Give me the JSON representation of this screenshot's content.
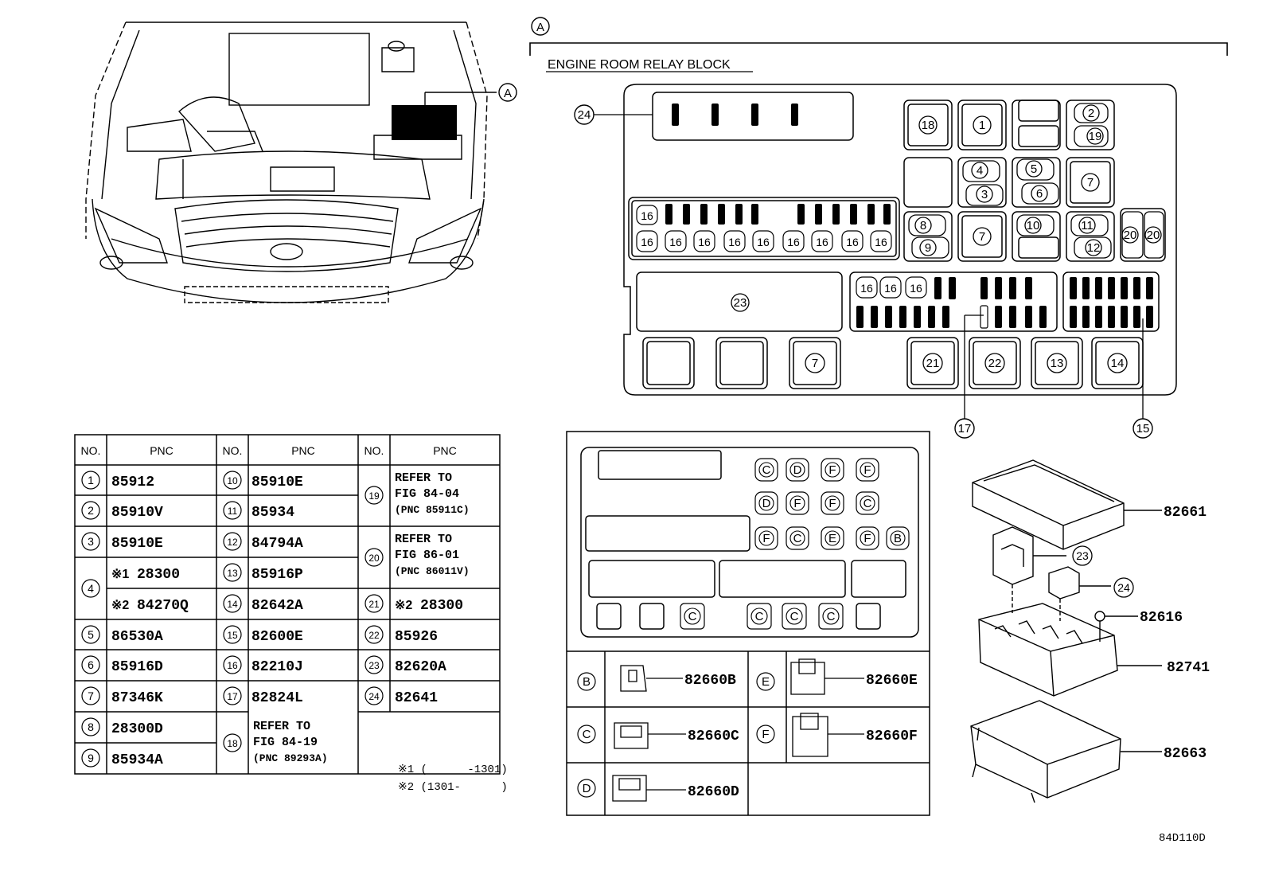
{
  "callout": {
    "A": "A"
  },
  "relay_block": {
    "title": "ENGINE ROOM RELAY BLOCK",
    "callouts": {
      "c24": "24",
      "c17": "17",
      "c15": "15"
    },
    "cells": {
      "c18": "18",
      "c1": "1",
      "c2": "2",
      "c19": "19",
      "c4": "4",
      "c3": "3",
      "c5": "5",
      "c6": "6",
      "c7a": "7",
      "c16": "16",
      "c8": "8",
      "c9": "9",
      "c7b": "7",
      "c10": "10",
      "c11": "11",
      "c12": "12",
      "c20": "20",
      "c23": "23",
      "c7c": "7",
      "c21": "21",
      "c22": "22",
      "c13": "13",
      "c14": "14"
    }
  },
  "parts_table": {
    "headers": {
      "no": "NO.",
      "pnc": "PNC"
    },
    "rows": {
      "r1": {
        "no": "1",
        "pnc": "85912"
      },
      "r2": {
        "no": "2",
        "pnc": "85910V"
      },
      "r3": {
        "no": "3",
        "pnc": "85910E"
      },
      "r4": {
        "no": "4",
        "pnc_a_mark": "※1",
        "pnc_a": "28300",
        "pnc_b_mark": "※2",
        "pnc_b": "84270Q"
      },
      "r5": {
        "no": "5",
        "pnc": "86530A"
      },
      "r6": {
        "no": "6",
        "pnc": "85916D"
      },
      "r7": {
        "no": "7",
        "pnc": "87346K"
      },
      "r8": {
        "no": "8",
        "pnc": "28300D"
      },
      "r9": {
        "no": "9",
        "pnc": "85934A"
      },
      "r10": {
        "no": "10",
        "pnc": "85910E"
      },
      "r11": {
        "no": "11",
        "pnc": "85934"
      },
      "r12": {
        "no": "12",
        "pnc": "84794A"
      },
      "r13": {
        "no": "13",
        "pnc": "85916P"
      },
      "r14": {
        "no": "14",
        "pnc": "82642A"
      },
      "r15": {
        "no": "15",
        "pnc": "82600E"
      },
      "r16": {
        "no": "16",
        "pnc": "82210J"
      },
      "r17": {
        "no": "17",
        "pnc": "82824L"
      },
      "r18": {
        "no": "18",
        "line1": "REFER TO",
        "line2": "FIG 84-19",
        "line3": "(PNC 89293A)"
      },
      "r19": {
        "no": "19",
        "line1": "REFER TO",
        "line2": "FIG 84-04",
        "line3": "(PNC 85911C)"
      },
      "r20": {
        "no": "20",
        "line1": "REFER TO",
        "line2": "FIG 86-01",
        "line3": "(PNC 86011V)"
      },
      "r21": {
        "no": "21",
        "mark": "※2",
        "pnc": "28300"
      },
      "r22": {
        "no": "22",
        "pnc": "85926"
      },
      "r23": {
        "no": "23",
        "pnc": "82620A"
      },
      "r24": {
        "no": "24",
        "pnc": "82641"
      }
    },
    "notes": {
      "n1": "※1 (      -1301)",
      "n2": "※2 (1301-      )"
    }
  },
  "terminal_map": {
    "row1": [
      "C",
      "D",
      "F",
      "F"
    ],
    "row2": [
      "D",
      "F",
      "F",
      "C"
    ],
    "row3": [
      "F",
      "C",
      "E",
      "F",
      "B"
    ],
    "bottom_c": [
      "C",
      "C",
      "C",
      "C"
    ]
  },
  "terminals": {
    "B": {
      "key": "B",
      "pnc": "82660B"
    },
    "C": {
      "key": "C",
      "pnc": "82660C"
    },
    "D": {
      "key": "D",
      "pnc": "82660D"
    },
    "E": {
      "key": "E",
      "pnc": "82660E"
    },
    "F": {
      "key": "F",
      "pnc": "82660F"
    }
  },
  "exploded_parts": {
    "cover": "82661",
    "c23": "23",
    "c24": "24",
    "bolt": "82616",
    "block": "82741",
    "lower": "82663"
  },
  "figure_id": "84D110D"
}
